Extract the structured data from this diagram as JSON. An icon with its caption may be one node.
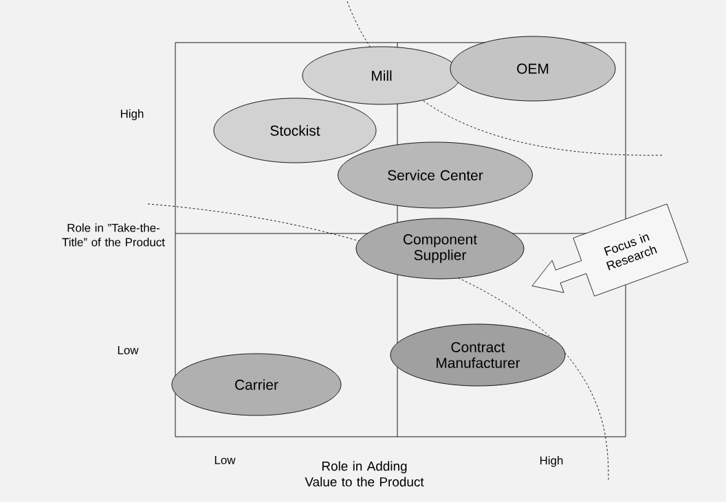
{
  "diagram": {
    "nodes": [
      {
        "text": [
          "Mill"
        ]
      },
      {
        "text": [
          "OEM"
        ]
      },
      {
        "text": [
          "Stockist"
        ]
      },
      {
        "text": [
          "Service Center"
        ]
      },
      {
        "text": [
          "Component Supplier"
        ]
      },
      {
        "text": [
          "Contract Manufacturer"
        ]
      },
      {
        "text": [
          "Carrier"
        ]
      },
      {
        "text": [
          "Focus in Research"
        ]
      }
    ],
    "labels": [
      "High",
      "Role in ”Take-the-Title” of the Product",
      "Low",
      "Low",
      "Role in Adding Value to the Product",
      "High"
    ]
  }
}
